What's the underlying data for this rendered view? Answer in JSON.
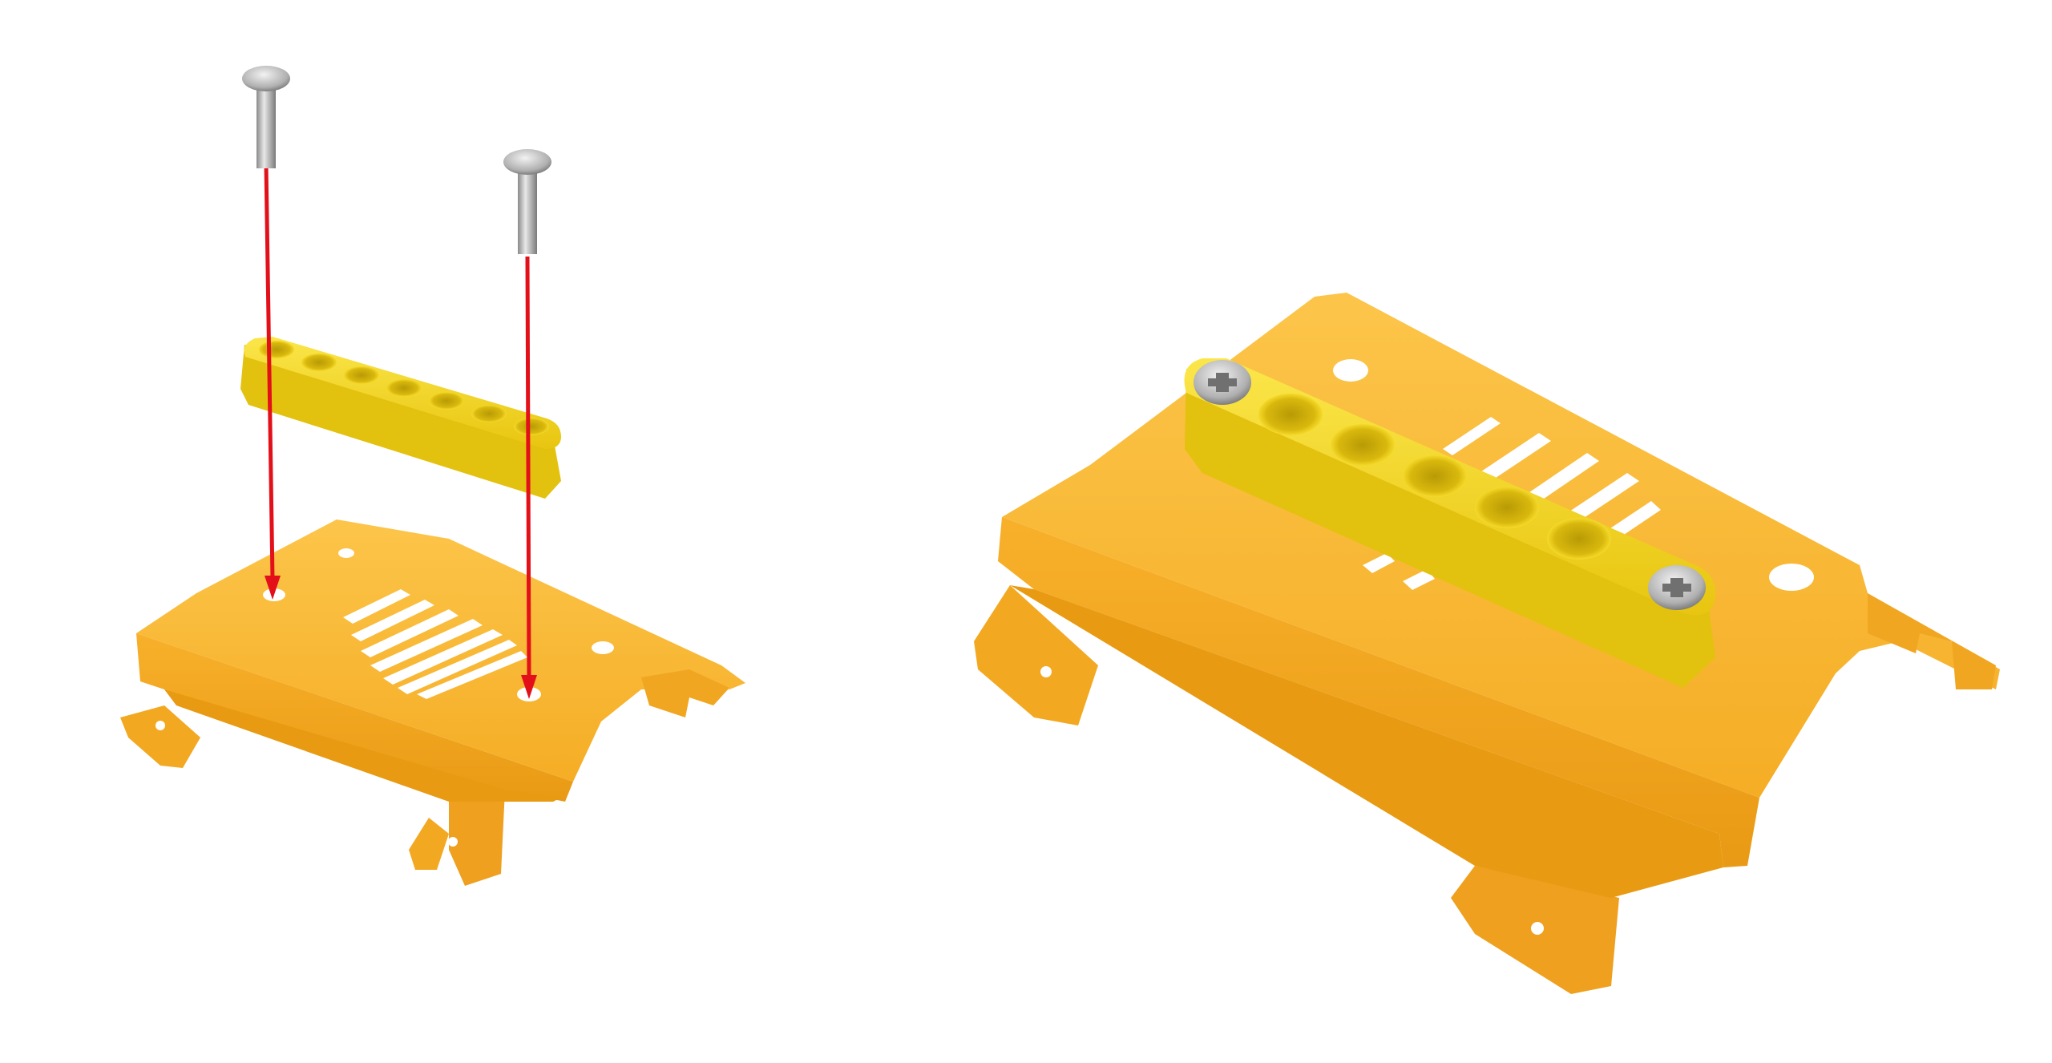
{
  "figure": {
    "panels": [
      {
        "name": "exploded-view",
        "arrow_count": 2,
        "screw_count": 2,
        "beam_holes": 7
      },
      {
        "name": "assembled-view",
        "screw_count": 2,
        "beam_holes": 7
      }
    ],
    "colors": {
      "plate": "#f7b52e",
      "plate_dark": "#e89a12",
      "plate_light": "#fcc54a",
      "beam": "#f2d21b",
      "beam_dark": "#c9a80a",
      "beam_light": "#fbe64a",
      "arrow": "#e3101a",
      "screw": "#b8b8b8",
      "screw_dark": "#7a7a7a"
    }
  }
}
